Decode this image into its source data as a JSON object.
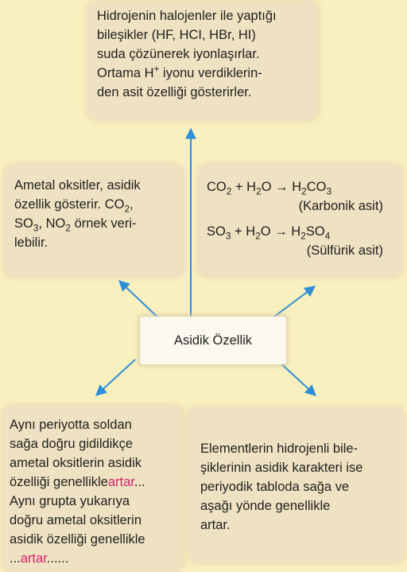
{
  "top_box": {
    "lines": [
      "Hidrojenin halojenler ile yaptığı",
      "bileşikler (HF, HCI, HBr, HI)",
      "suda çözünerek iyonlaşırlar.",
      "Ortama H",
      "+",
      " iyonu verdiklerin-",
      "den asit özelliği gösterirler."
    ]
  },
  "left_box": {
    "l1": "Ametal oksitler, asidik",
    "l2a": "özellik gösterir. CO",
    "l2b": "2",
    "l2c": ",",
    "l3a": "SO",
    "l3b": "3",
    "l3c": ", NO",
    "l3d": "2",
    "l3e": " örnek veri-",
    "l4": "lebilir."
  },
  "right_box": {
    "eq1": {
      "a": "CO",
      "a_sub": "2",
      "b": " + H",
      "b_sub": "2",
      "c": "O → H",
      "c_sub": "2",
      "d": "CO",
      "d_sub": "3",
      "name": "(Karbonik asit)"
    },
    "eq2": {
      "a": "SO",
      "a_sub": "3",
      "b": " + H",
      "b_sub": "2",
      "c": "O → H",
      "c_sub": "2",
      "d": "SO",
      "d_sub": "4",
      "name": "(Sülfürik asit)"
    }
  },
  "center": {
    "label": "Asidik Özellik"
  },
  "bottom_left": {
    "l1": "Aynı periyotta soldan",
    "l2": "sağa doğru gidildikçe",
    "l3": "ametal oksitlerin asidik",
    "l4a": "özelliği genellikle",
    "l4b": "artar",
    "l4c": "...",
    "l5": "Aynı grupta yukarıya",
    "l6": "doğru ametal oksitlerin",
    "l7": "asidik özelliği genellikle",
    "l8a": "...",
    "l8b": "artar",
    "l8c": "......"
  },
  "bottom_right": {
    "lines": [
      "Elementlerin hidrojenli bile-",
      "şiklerinin asidik karakteri ise",
      "periyodik tabloda sağa ve",
      "aşağı yönde genellikle",
      "artar."
    ]
  },
  "colors": {
    "background": "#f9f0bf",
    "box": "#efe2c2",
    "arrow": "#2f8fd6",
    "highlight": "#d6206e"
  }
}
